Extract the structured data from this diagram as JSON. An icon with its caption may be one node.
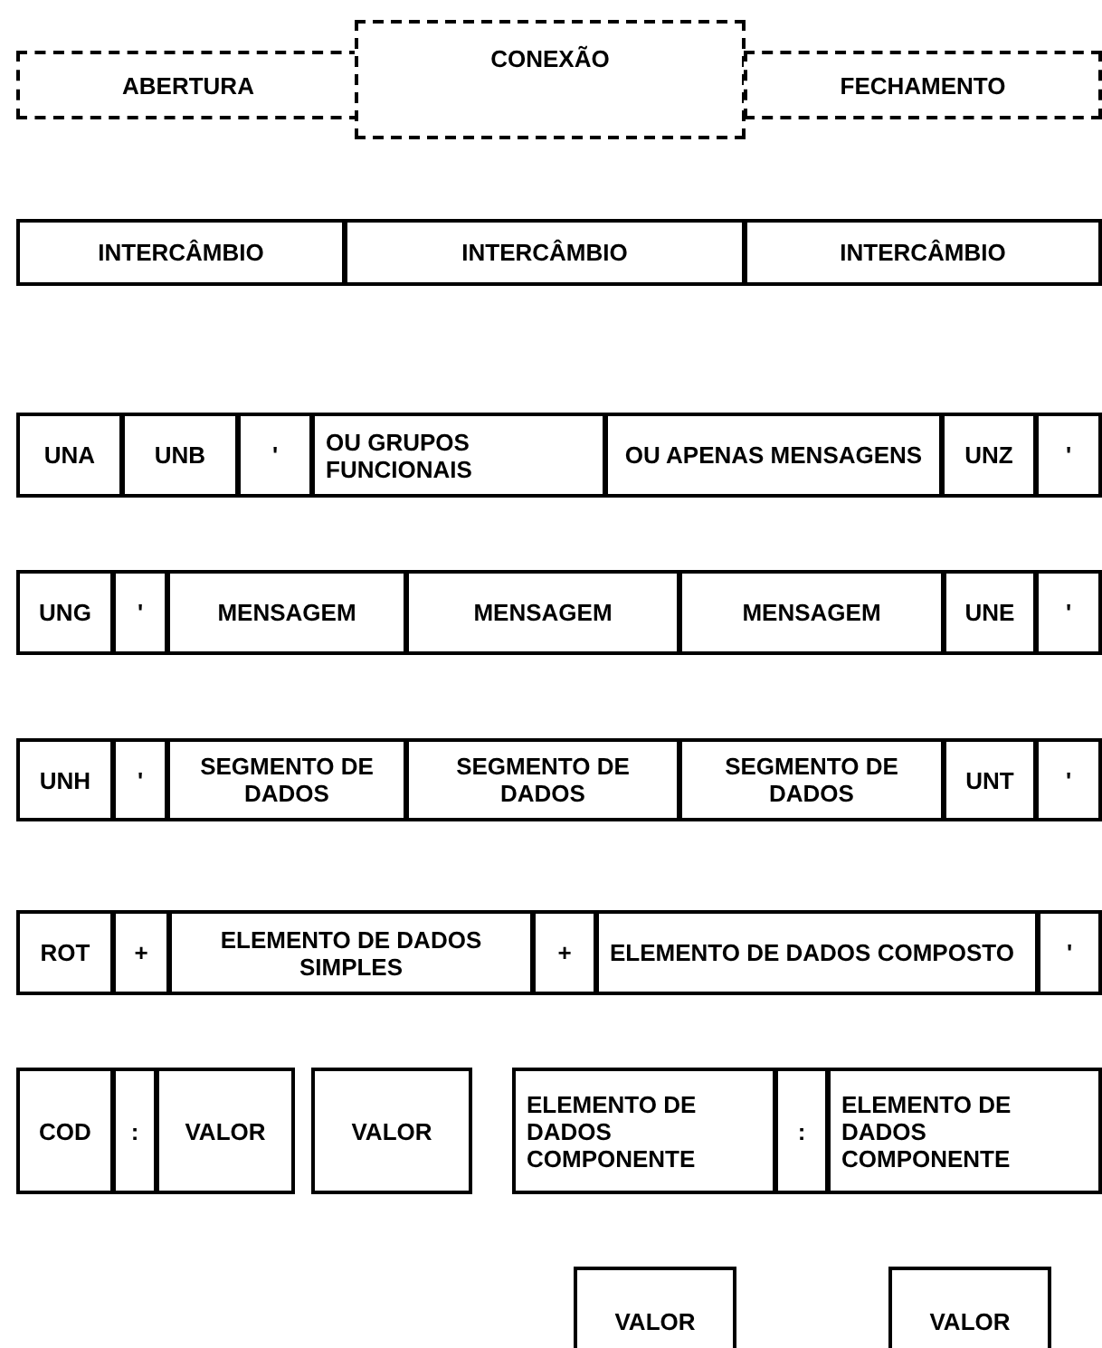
{
  "diagram": {
    "nodes": [
      {
        "text": [
          "ABERTURA"
        ]
      },
      {
        "text": [
          "CONEXÃO"
        ]
      },
      {
        "text": [
          "FECHAMENTO"
        ]
      },
      {
        "text": [
          "INTERCÂMBIO"
        ]
      },
      {
        "text": [
          "INTERCÂMBIO"
        ]
      },
      {
        "text": [
          "INTERCÂMBIO"
        ]
      },
      {
        "text": [
          "UNA"
        ]
      },
      {
        "text": [
          "UNB"
        ]
      },
      {
        "text": [
          "'"
        ]
      },
      {
        "text": [
          "OU GRUPOS FUNCIONAIS"
        ]
      },
      {
        "text": [
          "OU APENAS MENSAGENS"
        ]
      },
      {
        "text": [
          "UNZ"
        ]
      },
      {
        "text": [
          "'"
        ]
      },
      {
        "text": [
          "UNG"
        ]
      },
      {
        "text": [
          "'"
        ]
      },
      {
        "text": [
          "MENSAGEM"
        ]
      },
      {
        "text": [
          "MENSAGEM"
        ]
      },
      {
        "text": [
          "MENSAGEM"
        ]
      },
      {
        "text": [
          "UNE"
        ]
      },
      {
        "text": [
          "'"
        ]
      },
      {
        "text": [
          "UNH"
        ]
      },
      {
        "text": [
          "'"
        ]
      },
      {
        "text": [
          "SEGMENTO DE DADOS"
        ]
      },
      {
        "text": [
          "SEGMENTO DE DADOS"
        ]
      },
      {
        "text": [
          "SEGMENTO DE DADOS"
        ]
      },
      {
        "text": [
          "UNT"
        ]
      },
      {
        "text": [
          "'"
        ]
      },
      {
        "text": [
          "ROT"
        ]
      },
      {
        "text": [
          "+"
        ]
      },
      {
        "text": [
          "ELEMENTO DE DADOS SIMPLES"
        ]
      },
      {
        "text": [
          "+"
        ]
      },
      {
        "text": [
          "ELEMENTO DE DADOS COMPOSTO"
        ]
      },
      {
        "text": [
          "'"
        ]
      },
      {
        "text": [
          "COD"
        ]
      },
      {
        "text": [
          ":"
        ]
      },
      {
        "text": [
          "VALOR"
        ]
      },
      {
        "text": [
          "VALOR"
        ]
      },
      {
        "text": [
          "ELEMENTO DE DADOS COMPONENTE"
        ]
      },
      {
        "text": [
          ":"
        ]
      },
      {
        "text": [
          "ELEMENTO DE DADOS COMPONENTE"
        ]
      },
      {
        "text": [
          "VALOR"
        ]
      },
      {
        "text": [
          "VALOR"
        ]
      }
    ],
    "edges": []
  }
}
